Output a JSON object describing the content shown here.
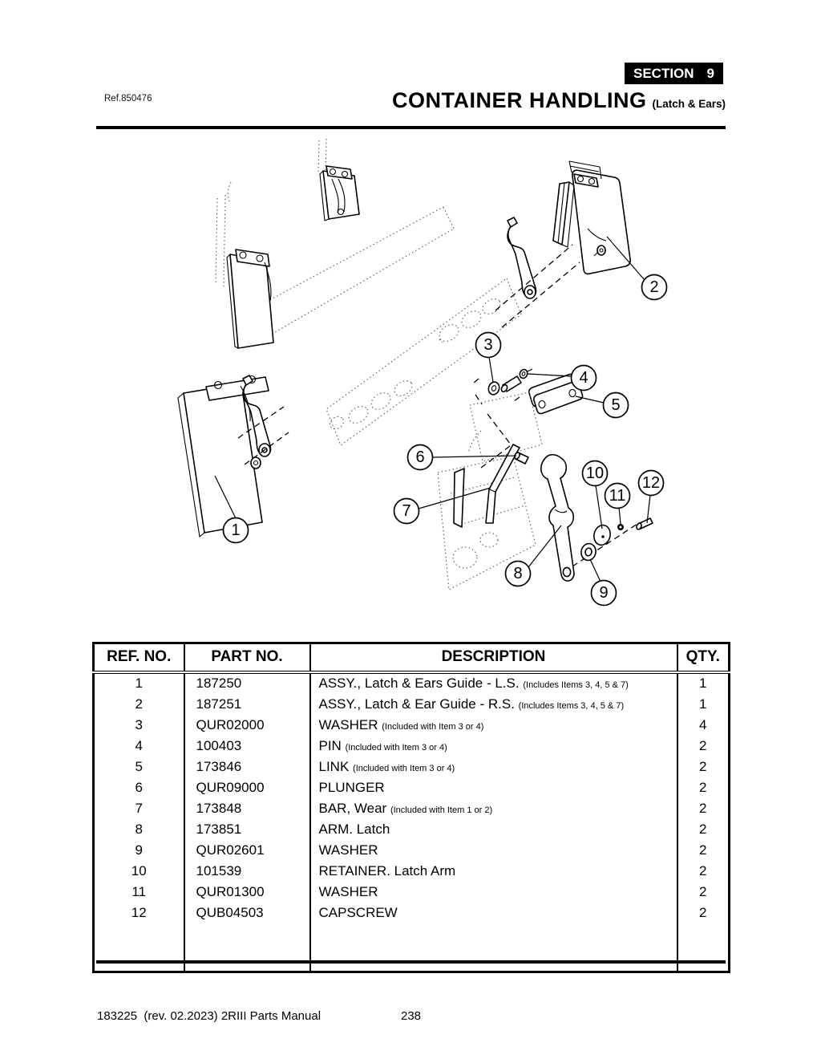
{
  "page": {
    "ref_label": "Ref.850476",
    "section_label": "SECTION",
    "section_number": "9",
    "title": "CONTAINER HANDLING",
    "subtitle": "(Latch & Ears)",
    "footer_left": "183225  (rev. 02.2023) 2RIII Parts Manual",
    "page_number": "238"
  },
  "diagram": {
    "callouts": [
      {
        "label": "1"
      },
      {
        "label": "2"
      },
      {
        "label": "3"
      },
      {
        "label": "4"
      },
      {
        "label": "5"
      },
      {
        "label": "6"
      },
      {
        "label": "7"
      },
      {
        "label": "8"
      },
      {
        "label": "9"
      },
      {
        "label": "10"
      },
      {
        "label": "11"
      },
      {
        "label": "12"
      }
    ]
  },
  "table": {
    "headers": {
      "ref": "REF. NO.",
      "part": "PART NO.",
      "desc": "DESCRIPTION",
      "qty": "QTY."
    },
    "rows": [
      {
        "ref": "1",
        "part": "187250",
        "desc": "ASSY., Latch & Ears Guide - L.S.",
        "note": "(Includes Items 3, 4, 5 & 7)",
        "qty": "1"
      },
      {
        "ref": "2",
        "part": "187251",
        "desc": "ASSY., Latch & Ear Guide - R.S.",
        "note": "(Includes Items 3, 4, 5 & 7)",
        "qty": "1"
      },
      {
        "ref": "3",
        "part": "QUR02000",
        "desc": "WASHER",
        "note": "(Included with Item 3 or 4)",
        "qty": "4"
      },
      {
        "ref": "4",
        "part": "100403",
        "desc": "PIN",
        "note": "(Included with Item 3 or 4)",
        "qty": "2"
      },
      {
        "ref": "5",
        "part": "173846",
        "desc": "LINK",
        "note": "(Included with Item 3 or 4)",
        "qty": "2"
      },
      {
        "ref": "6",
        "part": "QUR09000",
        "desc": "PLUNGER",
        "note": "",
        "qty": "2"
      },
      {
        "ref": "7",
        "part": "173848",
        "desc": "BAR, Wear",
        "note": "(Included with Item 1 or 2)",
        "qty": "2"
      },
      {
        "ref": "8",
        "part": "173851",
        "desc": "ARM. Latch",
        "note": "",
        "qty": "2"
      },
      {
        "ref": "9",
        "part": "QUR02601",
        "desc": "WASHER",
        "note": "",
        "qty": "2"
      },
      {
        "ref": "10",
        "part": "101539",
        "desc": "RETAINER. Latch Arm",
        "note": "",
        "qty": "2"
      },
      {
        "ref": "11",
        "part": "QUR01300",
        "desc": "WASHER",
        "note": "",
        "qty": "2"
      },
      {
        "ref": "12",
        "part": "QUB04503",
        "desc": "CAPSCREW",
        "note": "",
        "qty": "2"
      }
    ]
  }
}
